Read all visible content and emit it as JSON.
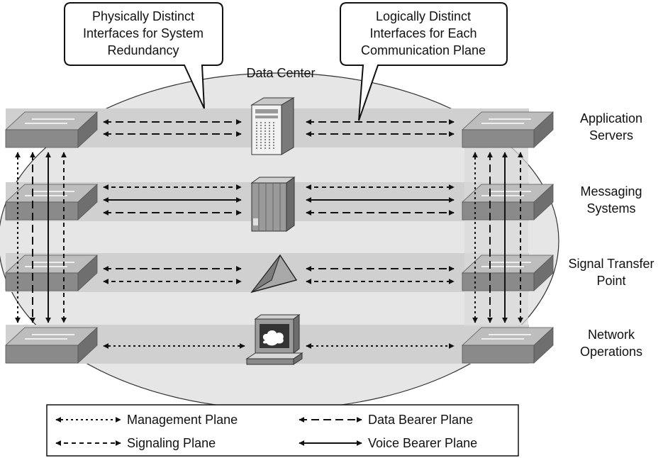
{
  "callouts": {
    "left": [
      "Physically Distinct",
      "Interfaces for System",
      "Redundancy"
    ],
    "right": [
      "Logically Distinct",
      "Interfaces for Each",
      "Communication Plane"
    ]
  },
  "data_center_label": "Data Center",
  "layers": [
    {
      "label": [
        "Application",
        "Servers"
      ],
      "device": "server-tower",
      "links": [
        "data-bearer",
        "data-bearer"
      ]
    },
    {
      "label": [
        "Messaging",
        "Systems"
      ],
      "device": "messaging-rack",
      "links": [
        "signaling",
        "voice-bearer",
        "data-bearer"
      ]
    },
    {
      "label": [
        "Signal Transfer",
        "Point"
      ],
      "device": "stp-triangle",
      "links": [
        "data-bearer",
        "signaling"
      ]
    },
    {
      "label": [
        "Network",
        "Operations"
      ],
      "device": "nms-workstation",
      "links": [
        "management"
      ]
    }
  ],
  "vertical_links": [
    "management",
    "data-bearer",
    "voice-bearer",
    "signaling"
  ],
  "legend": [
    {
      "style": "management",
      "label": "Management Plane"
    },
    {
      "style": "data-bearer",
      "label": "Data Bearer Plane"
    },
    {
      "style": "signaling",
      "label": "Signaling Plane"
    },
    {
      "style": "voice-bearer",
      "label": "Voice Bearer Plane"
    }
  ],
  "colors": {
    "band": "#d0d0d0",
    "ellipse": "#e6e6e6",
    "switch_top": "#bdbdbd",
    "switch_front": "#8a8a8a",
    "switch_side": "#6f6f6f",
    "line": "#111111"
  }
}
